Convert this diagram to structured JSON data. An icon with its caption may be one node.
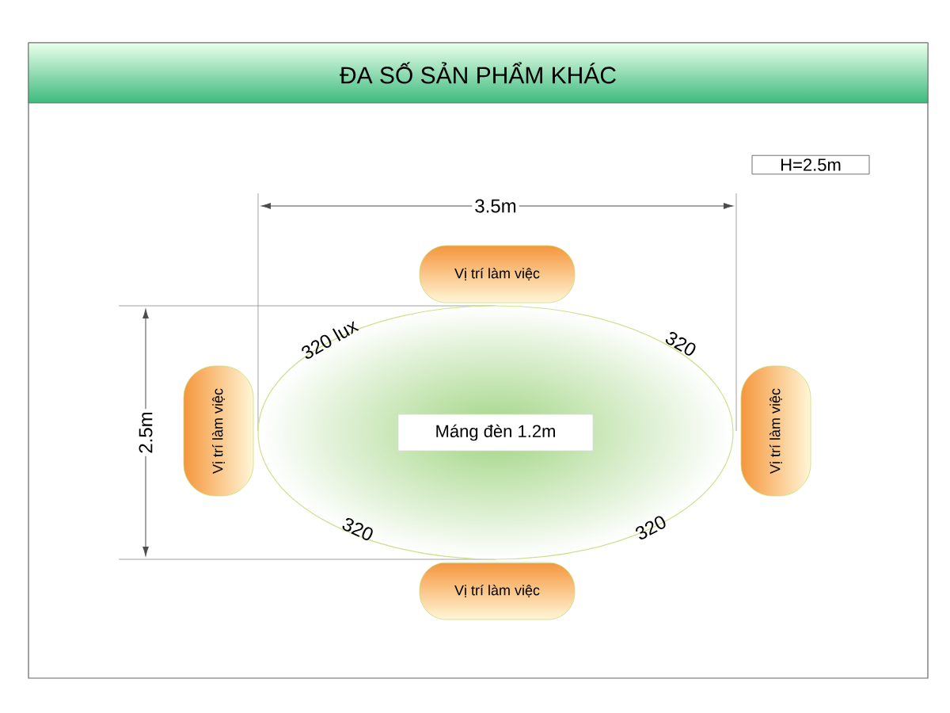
{
  "diagram": {
    "title": "ĐA SỐ SẢN PHẨM KHÁC",
    "nodes": [
      {
        "text": [
          "Vị trí làm việc"
        ]
      },
      {
        "text": [
          "Vị trí làm việc"
        ]
      },
      {
        "text": [
          "Máng đèn 1.2m"
        ]
      },
      {
        "text": [
          "Vị trí làm việc"
        ]
      },
      {
        "text": [
          "Vị trí làm việc"
        ]
      }
    ],
    "labels": [
      "H=2.5m",
      "3.5m",
      "2.5m",
      "320 lux",
      "320",
      "320",
      "320"
    ]
  }
}
